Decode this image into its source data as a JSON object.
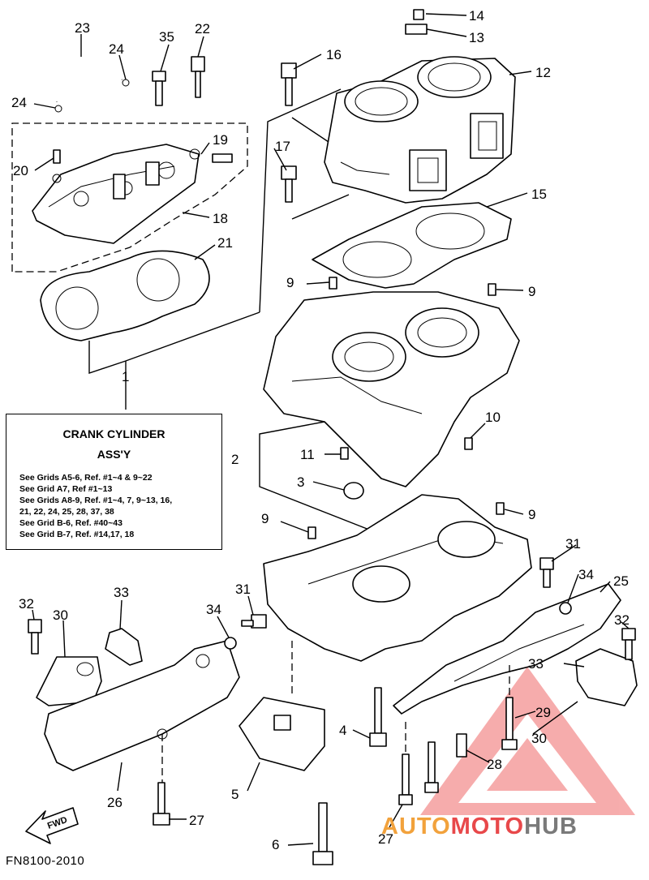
{
  "diagram": {
    "figure_code": "FN8100-2010",
    "assembly_box": {
      "title_line1": "CRANK CYLINDER",
      "title_line2": "ASS'Y",
      "references": [
        "See Grids A5-6, Ref. #1~4 & 9~22",
        "See Grid A7, Ref #1~13",
        "See Grids A8-9, Ref. #1~4, 7, 9~13, 16,",
        "21, 22, 24, 25, 28, 37, 38",
        "See Grid B-6, Ref. #40~43",
        "See Grid B-7, Ref. #14,17, 18"
      ]
    },
    "fwd_arrow_label": "FWD",
    "callouts": [
      "1",
      "2",
      "3",
      "4",
      "5",
      "6",
      "9",
      "9",
      "9",
      "9",
      "10",
      "11",
      "12",
      "13",
      "14",
      "15",
      "16",
      "17",
      "18",
      "19",
      "20",
      "21",
      "22",
      "23",
      "24",
      "24",
      "25",
      "26",
      "27",
      "27",
      "28",
      "29",
      "30",
      "30",
      "31",
      "31",
      "32",
      "32",
      "33",
      "33",
      "34",
      "34",
      "35"
    ],
    "watermark": {
      "part1": "AUTO",
      "part2": "MOTO",
      "part3": "HUB",
      "color1": "#f2a23c",
      "color2": "#e8484a",
      "color3": "#7a7a7a"
    }
  }
}
